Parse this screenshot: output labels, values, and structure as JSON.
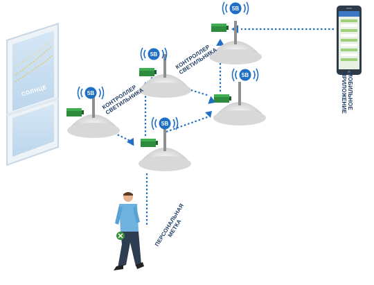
{
  "window": {
    "label": "СОЛНЦЕ"
  },
  "controllers": [
    {
      "line1": "КОНТРОЛЛЕР",
      "line2": "СВЕТИЛЬНИКА"
    },
    {
      "line1": "КОНТРОЛЛЕР",
      "line2": "СВЕТИЛЬНИКА"
    }
  ],
  "mobile_app": {
    "line1": "МОБИЛЬНОЕ",
    "line2": "ПРИЛОЖЕНИЕ"
  },
  "personal_tag": {
    "line1": "ПЕРСОНАЛЬНАЯ",
    "line2": "МЕТКА"
  },
  "badge_text": "5B",
  "colors": {
    "link": "#1f6fc5",
    "controller": "#2e8b3e",
    "lamp": "#c9c9c9",
    "label": "#1f3d63",
    "window_frame": "#dfe9f2",
    "sun_curve": "#e8c640"
  },
  "icons": [
    "wireless-badge-icon",
    "phone-icon",
    "person-icon",
    "arrow-icon"
  ]
}
